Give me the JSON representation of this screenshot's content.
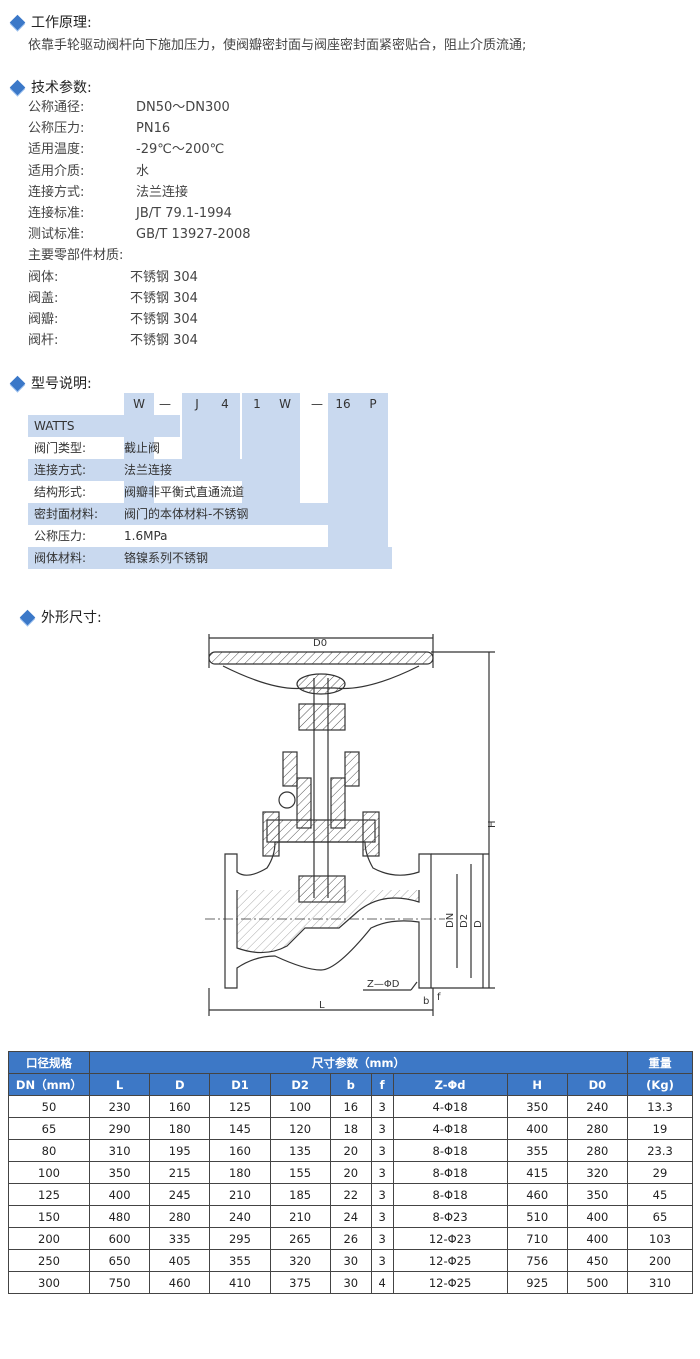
{
  "sections": {
    "principle": "工作原理:",
    "specs": "技术参数:",
    "model": "型号说明:",
    "dims": "外形尺寸:"
  },
  "principle_text": "依靠手轮驱动阀杆向下施加压力，使阀瓣密封面与阀座密封面紧密贴合，阻止介质流通;",
  "params": [
    {
      "k": "公称通径:",
      "v": "DN50～DN300"
    },
    {
      "k": "公称压力:",
      "v": "PN16"
    },
    {
      "k": "适用温度:",
      "v": "-29℃～200℃"
    },
    {
      "k": "适用介质:",
      "v": "水"
    },
    {
      "k": "连接方式:",
      "v": "法兰连接"
    },
    {
      "k": "连接标准:",
      "v": "JB/T 79.1-1994"
    },
    {
      "k": "测试标准:",
      "v": "GB/T 13927-2008"
    }
  ],
  "materials_title": "主要零部件材质:",
  "materials": [
    {
      "k": "阀体:",
      "v": "不锈钢 304"
    },
    {
      "k": "阀盖:",
      "v": "不锈钢 304"
    },
    {
      "k": "阀瓣:",
      "v": "不锈钢 304"
    },
    {
      "k": "阀杆:",
      "v": "不锈钢 304"
    }
  ],
  "model_code": [
    "W",
    "—",
    "J",
    "4",
    "1",
    "W",
    "—",
    "16",
    "P"
  ],
  "model_rows": [
    {
      "k": "WATTS",
      "v": ""
    },
    {
      "k": "阀门类型:",
      "v": "截止阀"
    },
    {
      "k": "连接方式:",
      "v": "法兰连接"
    },
    {
      "k": "结构形式:",
      "v": "阀瓣非平衡式直通流道"
    },
    {
      "k": "密封面材料:",
      "v": "阀门的本体材料-不锈钢"
    },
    {
      "k": "公称压力:",
      "v": "1.6MPa"
    },
    {
      "k": "阀体材料:",
      "v": "铬镍系列不锈钢"
    }
  ],
  "drawing_labels": {
    "d0": "D0",
    "h": "H",
    "dn": "DN",
    "d2": "D2",
    "d": "D",
    "z": "Z—ΦD",
    "l": "L",
    "f": "f",
    "b": "b"
  },
  "table": {
    "h_spec": "口径规格",
    "h_dn": "DN（mm）",
    "h_params": "尺寸参数（mm）",
    "h_weight": "重量",
    "h_kg": "(Kg)",
    "cols": [
      "L",
      "D",
      "D1",
      "D2",
      "b",
      "f",
      "Z-Φd",
      "H",
      "D0"
    ],
    "rows": [
      [
        "50",
        "230",
        "160",
        "125",
        "100",
        "16",
        "3",
        "4-Φ18",
        "350",
        "240",
        "13.3"
      ],
      [
        "65",
        "290",
        "180",
        "145",
        "120",
        "18",
        "3",
        "4-Φ18",
        "400",
        "280",
        "19"
      ],
      [
        "80",
        "310",
        "195",
        "160",
        "135",
        "20",
        "3",
        "8-Φ18",
        "355",
        "280",
        "23.3"
      ],
      [
        "100",
        "350",
        "215",
        "180",
        "155",
        "20",
        "3",
        "8-Φ18",
        "415",
        "320",
        "29"
      ],
      [
        "125",
        "400",
        "245",
        "210",
        "185",
        "22",
        "3",
        "8-Φ18",
        "460",
        "350",
        "45"
      ],
      [
        "150",
        "480",
        "280",
        "240",
        "210",
        "24",
        "3",
        "8-Φ23",
        "510",
        "400",
        "65"
      ],
      [
        "200",
        "600",
        "335",
        "295",
        "265",
        "26",
        "3",
        "12-Φ23",
        "710",
        "400",
        "103"
      ],
      [
        "250",
        "650",
        "405",
        "355",
        "320",
        "30",
        "3",
        "12-Φ25",
        "756",
        "450",
        "200"
      ],
      [
        "300",
        "750",
        "460",
        "410",
        "375",
        "30",
        "4",
        "12-Φ25",
        "925",
        "500",
        "310"
      ]
    ]
  }
}
